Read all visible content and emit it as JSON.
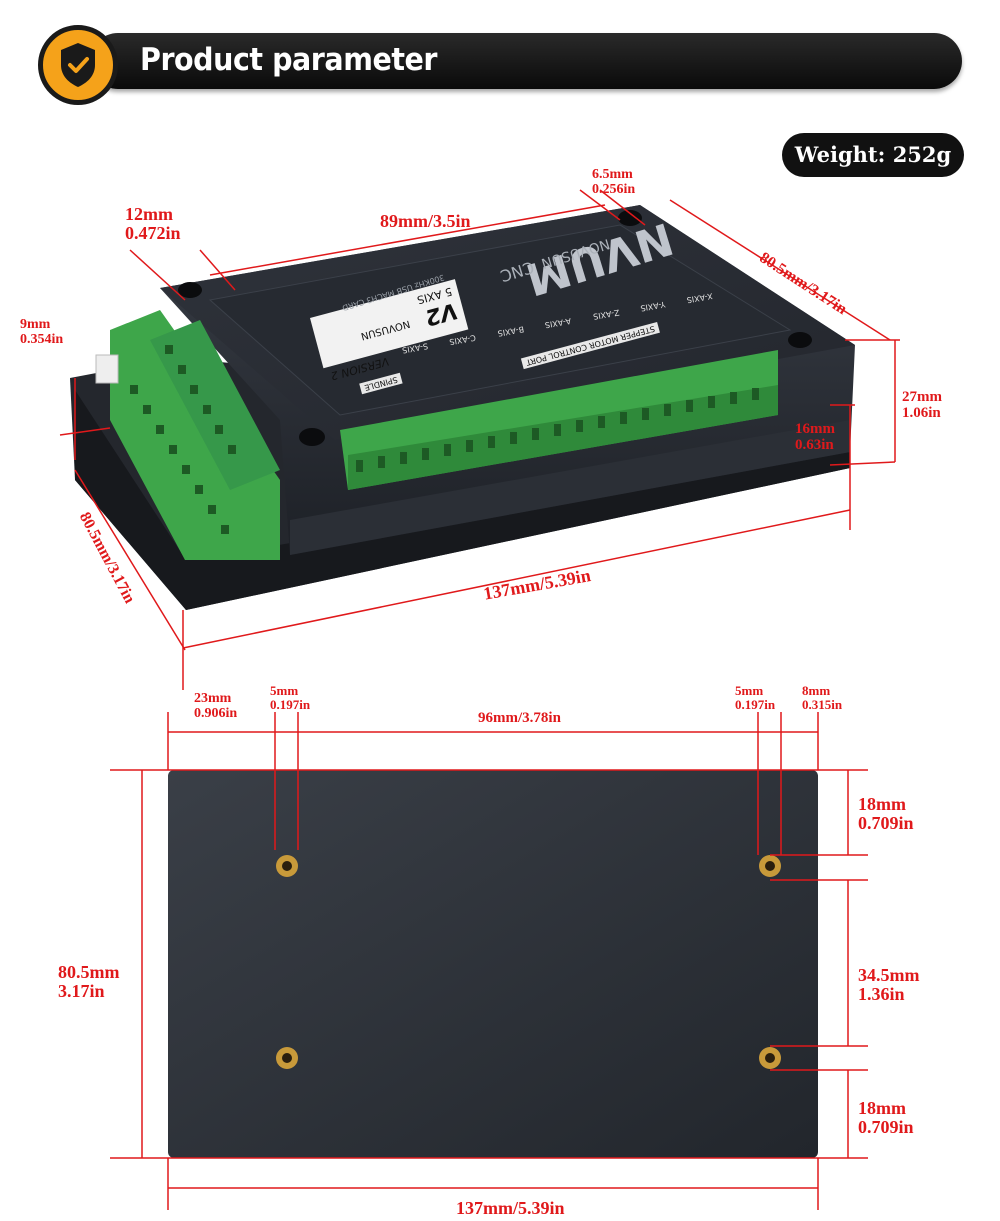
{
  "header": {
    "title": "Product parameter",
    "icon": "shield-check-icon"
  },
  "weight": {
    "label": "Weight: 252g"
  },
  "board": {
    "brand": "NVUM",
    "brand_sub": "CNC",
    "brand_name": "NOVUSUN",
    "version_big": "V2",
    "version_text": "VERSION 2",
    "axis_text": "5 AXIS",
    "maker": "NOVUSUN",
    "subtitle": "300KHz USB MACH3 CARD",
    "port_label": "STEPPER MOTOR CONTROL PORT",
    "axis_labels": [
      "X-AXIS",
      "Y-AXIS",
      "Z-AXIS",
      "A-AXIS",
      "B-AXIS",
      "C-AXIS",
      "S-AXIS"
    ],
    "spindle_label": "SPINDLE"
  },
  "top_view_dims": {
    "mount_edge": "12mm\n0.472in",
    "hole_span": "89mm/3.5in",
    "hole_dia": "6.5mm\n0.256in",
    "depth_right": "80.5mm/3.17in",
    "base_thickness": "9mm\n0.354in",
    "height_total": "27mm\n1.06in",
    "terminal_height": "16mm\n0.63in",
    "depth_left": "80.5mm/3.17in",
    "length": "137mm/5.39in"
  },
  "bottom_view_dims": {
    "left_offset": "23mm\n0.906in",
    "hole_left": "5mm\n0.197in",
    "hole_span": "96mm/3.78in",
    "hole_right": "5mm\n0.197in",
    "right_offset": "8mm\n0.315in",
    "top_offset": "18mm\n0.709in",
    "mid_span": "34.5mm\n1.36in",
    "bottom_offset": "18mm\n0.709in",
    "height": "80.5mm\n3.17in",
    "length": "137mm/5.39in"
  },
  "colors": {
    "dimension_red": "#e0191b",
    "badge_orange": "#f5a21a",
    "case_dark": "#2c3038",
    "terminal_green": "#3ea64a"
  }
}
